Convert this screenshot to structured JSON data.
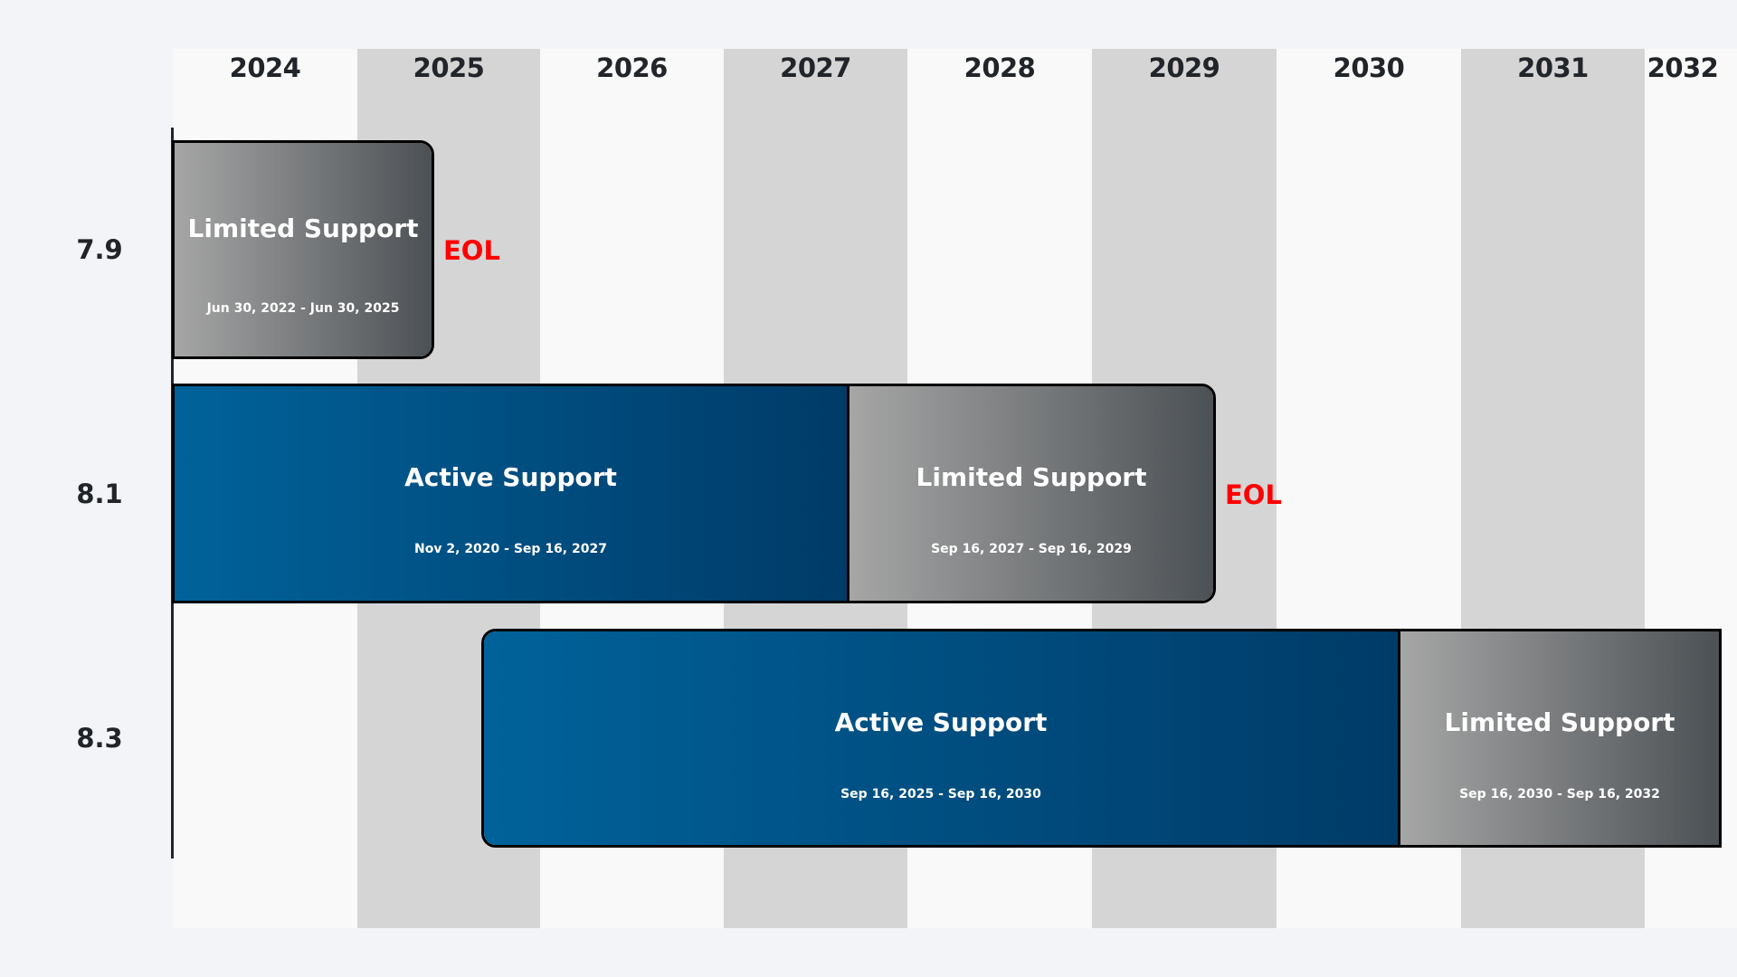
{
  "chart_data": {
    "type": "timeline",
    "title": "",
    "xlabel": "",
    "ylabel": "",
    "x_ticks": [
      "2024",
      "2025",
      "2026",
      "2027",
      "2028",
      "2029",
      "2030",
      "2031",
      "2032"
    ],
    "categories": [
      "7.9",
      "8.1",
      "8.3"
    ],
    "legend": [],
    "series": [
      {
        "version": "7.9",
        "phases": [
          {
            "type": "Limited Support",
            "start": "Jun 30, 2022",
            "end": "Jun 30, 2025"
          }
        ],
        "eol_marker": true
      },
      {
        "version": "8.1",
        "phases": [
          {
            "type": "Active Support",
            "start": "Nov 2, 2020",
            "end": "Sep 16, 2027"
          },
          {
            "type": "Limited Support",
            "start": "Sep 16, 2027",
            "end": "Sep 16, 2029"
          }
        ],
        "eol_marker": true
      },
      {
        "version": "8.3",
        "phases": [
          {
            "type": "Active Support",
            "start": "Sep 16, 2025",
            "end": "Sep 16, 2030"
          },
          {
            "type": "Limited Support",
            "start": "Sep 16, 2030",
            "end": "Sep 16, 2032"
          }
        ],
        "eol_marker": false
      }
    ],
    "colors": {
      "active_gradient": [
        "#00629a",
        "#003b68"
      ],
      "limited_gradient": [
        "#a6a6a6",
        "#4c5155"
      ],
      "eol": "#ff0000",
      "column_light": "#f9f9f9",
      "column_dark": "#d5d5d5",
      "background": "#f3f4f7"
    },
    "grid": "alternating year columns"
  },
  "years": [
    "2024",
    "2025",
    "2026",
    "2027",
    "2028",
    "2029",
    "2030",
    "2031",
    "2032"
  ],
  "rows": [
    {
      "label": "7.9",
      "eol": "EOL",
      "segments": [
        {
          "title": "Limited Support",
          "dates": "Jun 30, 2022 - Jun 30, 2025"
        }
      ]
    },
    {
      "label": "8.1",
      "eol": "EOL",
      "segments": [
        {
          "title": "Active Support",
          "dates": "Nov 2, 2020 - Sep 16, 2027"
        },
        {
          "title": "Limited Support",
          "dates": "Sep 16, 2027 - Sep 16, 2029"
        }
      ]
    },
    {
      "label": "8.3",
      "segments": [
        {
          "title": "Active Support",
          "dates": "Sep 16, 2025 - Sep 16, 2030"
        },
        {
          "title": "Limited Support",
          "dates": "Sep 16, 2030 - Sep 16, 2032"
        }
      ]
    }
  ]
}
